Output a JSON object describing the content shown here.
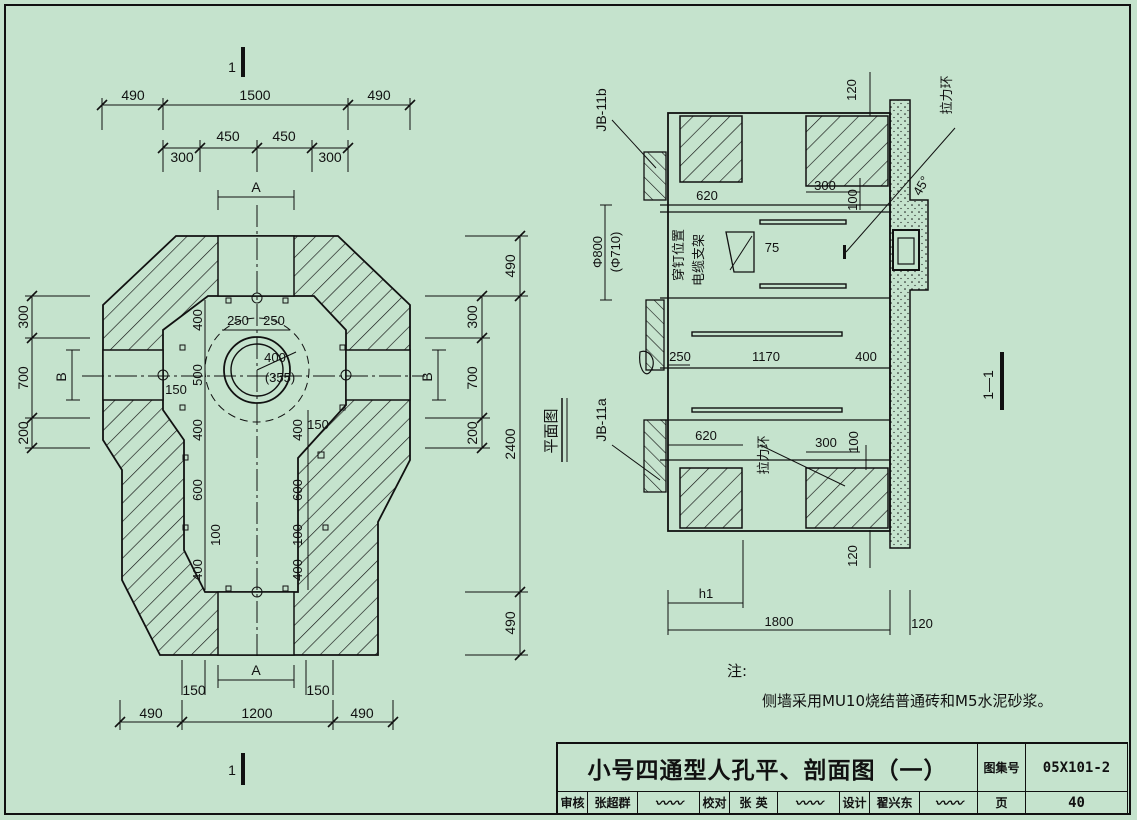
{
  "colors": {
    "paper": "#c5e3cd",
    "ink": "#111111"
  },
  "plan": {
    "section_mark": "1",
    "label": "平面图",
    "label_a": "A",
    "label_b": "B",
    "top_dims": {
      "outer_left": "490",
      "mid": "1500",
      "outer_right": "490",
      "inner_left": "300",
      "c1": "450",
      "c2": "450",
      "inner_right": "300"
    },
    "bottom_dims": {
      "outer_left": "490",
      "mid": "1200",
      "outer_right": "490",
      "small_left": "150",
      "small_right": "150"
    },
    "left_dims": {
      "d1": "300",
      "d2": "700",
      "d3": "200"
    },
    "right_dims": {
      "d1": "300",
      "d2": "700",
      "d3": "200",
      "h1": "490",
      "h_total": "2400",
      "h2": "490"
    },
    "inner_dims": {
      "w1": "250",
      "w2": "250",
      "l400a": "400",
      "l500": "500",
      "l400b": "400",
      "l600": "600",
      "l100": "100",
      "l400c": "400",
      "r400a": "400",
      "r600": "600",
      "r100": "100",
      "r400b": "400",
      "r150": "150",
      "l150": "150"
    },
    "cover_dia": "400",
    "cover_dia_inner": "(355)"
  },
  "section": {
    "mark": "1—1",
    "jb_top": "JB-11b",
    "jb_bottom": "JB-11a",
    "pull_ring_top": "拉力环",
    "pull_ring_mid": "拉力环",
    "nail_label": "穿钉位置",
    "bracket_label": "电缆支架",
    "dia": "Φ800",
    "dia_inner": "(Φ710)",
    "angle": "45°",
    "dims": {
      "top120": "120",
      "w620a": "620",
      "w300a": "300",
      "h100a": "100",
      "w75": "75",
      "l250": "250",
      "l1170": "1170",
      "l400": "400",
      "w620b": "620",
      "w300b": "300",
      "h100b": "100",
      "bot120": "120",
      "h1": "h1",
      "total1800": "1800",
      "right120": "120"
    }
  },
  "note": {
    "heading": "注:",
    "text": "侧墙采用MU10烧结普通砖和M5水泥砂浆。"
  },
  "titleblock": {
    "title": "小号四通型人孔平、剖面图（一）",
    "atlas_label": "图集号",
    "atlas_no": "05X101-2",
    "review_label": "审核",
    "review_name": "张超群",
    "check_label": "校对",
    "check_name": "张 英",
    "design_label": "设计",
    "design_name": "翟兴东",
    "page_label": "页",
    "page_no": "40"
  }
}
